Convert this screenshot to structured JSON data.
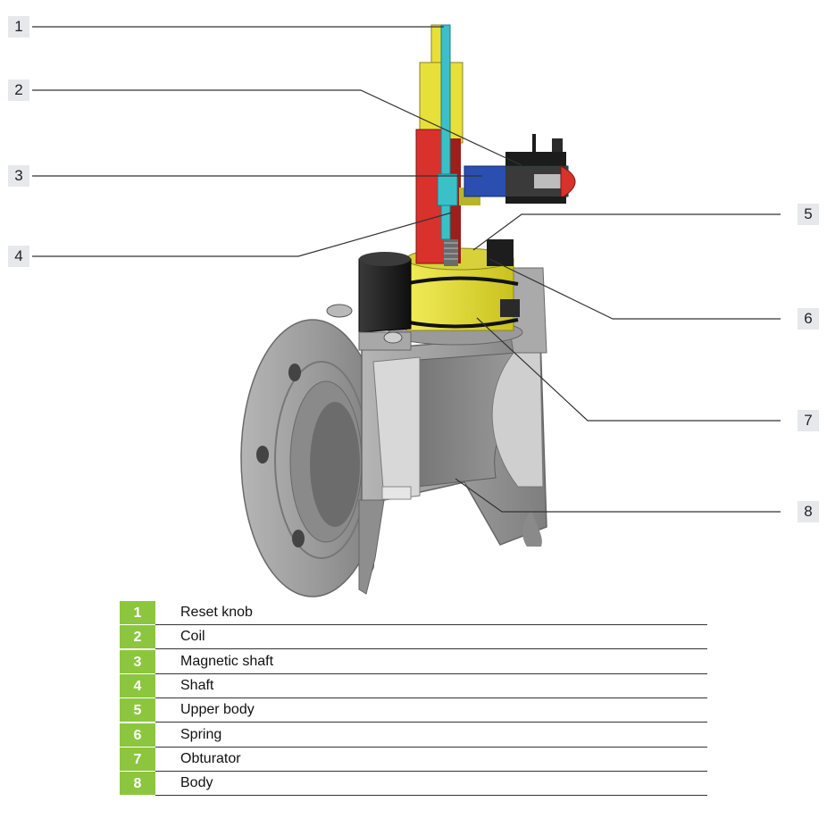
{
  "callouts": [
    "1",
    "2",
    "3",
    "4",
    "5",
    "6",
    "7",
    "8"
  ],
  "legend": [
    {
      "num": "1",
      "label": "Reset knob"
    },
    {
      "num": "2",
      "label": "Coil"
    },
    {
      "num": "3",
      "label": "Magnetic shaft"
    },
    {
      "num": "4",
      "label": "Shaft"
    },
    {
      "num": "5",
      "label": "Upper body"
    },
    {
      "num": "6",
      "label": "Spring"
    },
    {
      "num": "7",
      "label": "Obturator"
    },
    {
      "num": "8",
      "label": "Body"
    }
  ],
  "colors": {
    "legend_green": "#8cc63f",
    "callout_bg": "#e6e8ec",
    "body_grey": "#9a9a9a",
    "yellow": "#e8e03a",
    "red": "#d9312b",
    "cyan": "#3cc0c8",
    "coil_black": "#1c1c1c",
    "magnet_blue": "#2a4fb0"
  }
}
